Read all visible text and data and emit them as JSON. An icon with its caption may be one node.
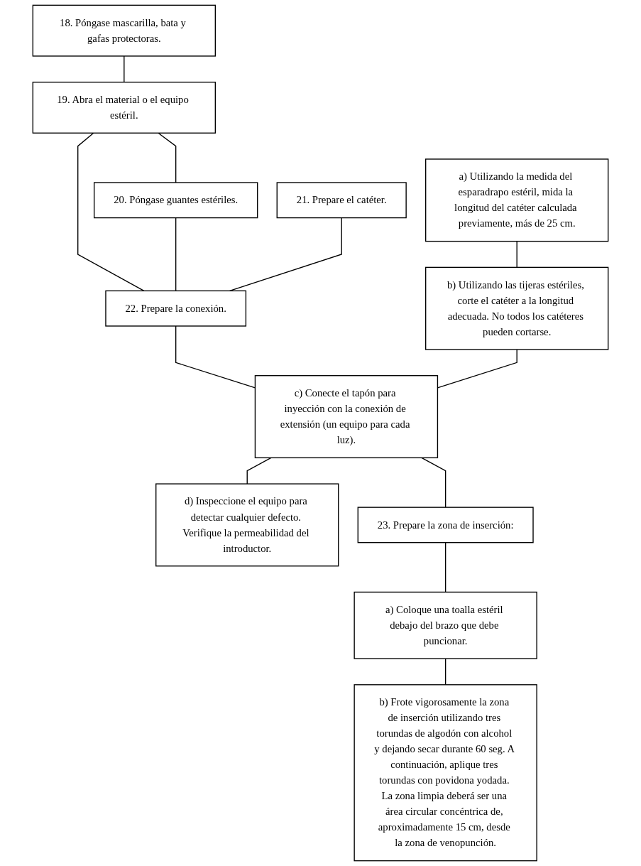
{
  "diagram": {
    "nodes": [
      {
        "text": [
          "18. Póngase mascarilla, bata y gafas protectoras."
        ]
      },
      {
        "text": [
          "19. Abra el material o el equipo estéril."
        ]
      },
      {
        "text": [
          "20. Póngase guantes estériles."
        ]
      },
      {
        "text": [
          "21. Prepare el catéter."
        ]
      },
      {
        "text": [
          "22. Prepare la conexión."
        ]
      },
      {
        "text": [
          "a) Utilizando la medida del esparadrapo estéril, mida la longitud del catéter calculada previamente, más de 25 cm."
        ]
      },
      {
        "text": [
          "b) Utilizando las tijeras estériles, corte el catéter a la longitud adecuada. No todos los catéteres pueden cortarse."
        ]
      },
      {
        "text": [
          "c) Conecte el tapón para inyección con la conexión de extensión (un equipo para cada luz)."
        ]
      },
      {
        "text": [
          "d) Inspeccione el equipo para detectar cualquier defecto. Verifique la permeabilidad del introductor."
        ]
      },
      {
        "text": [
          "23. Prepare la zona de inserción:"
        ]
      },
      {
        "text": [
          "a) Coloque una toalla estéril debajo del brazo que debe puncionar."
        ]
      },
      {
        "text": [
          "b) Frote vigorosamente la zona de inserción utilizando tres torundas de algodón con alcohol y dejando secar durante 60 seg. A continuación, aplique tres torundas con povidona yodada. La zona limpia deberá ser una área circular concéntrica de, aproximadamente 15 cm, desde la zona de venopunción."
        ]
      }
    ],
    "edges": [
      {
        "from": 0,
        "to": 1,
        "arrow": "none"
      },
      {
        "from": 1,
        "to": 2,
        "arrow": "none"
      },
      {
        "from": 1,
        "to": 4,
        "arrow": "none"
      },
      {
        "from": 2,
        "to": 4,
        "arrow": "none"
      },
      {
        "from": 3,
        "to": 4,
        "arrow": "none"
      },
      {
        "from": 4,
        "to": 7,
        "arrow": "none"
      },
      {
        "from": 5,
        "to": 6,
        "arrow": "none"
      },
      {
        "from": 6,
        "to": 7,
        "arrow": "none"
      },
      {
        "from": 7,
        "to": 8,
        "arrow": "none"
      },
      {
        "from": 7,
        "to": 9,
        "arrow": "none"
      },
      {
        "from": 9,
        "to": 10,
        "arrow": "none"
      },
      {
        "from": 10,
        "to": 11,
        "arrow": "none"
      }
    ]
  }
}
